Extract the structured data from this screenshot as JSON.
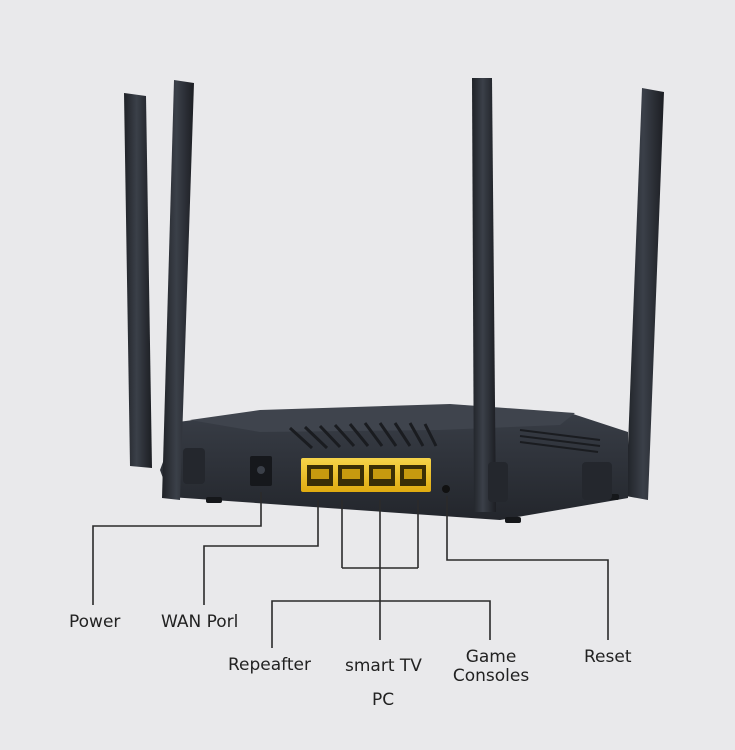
{
  "colors": {
    "background": "#e9e9eb",
    "router_body": "#2f333b",
    "antenna": "#2b2e35",
    "lan_ports": "#f0c419",
    "callout_line": "#2b2b2b",
    "label_text": "#222222"
  },
  "router": {
    "antenna_count": 4,
    "lan_port_count": 4
  },
  "labels": {
    "power": "Power",
    "wan_port": "WAN Porl",
    "repeater": "Repeafter",
    "smart_tv": "smart TV",
    "pc": "PC",
    "game_consoles": "Game\nConsoles",
    "reset": "Reset"
  }
}
